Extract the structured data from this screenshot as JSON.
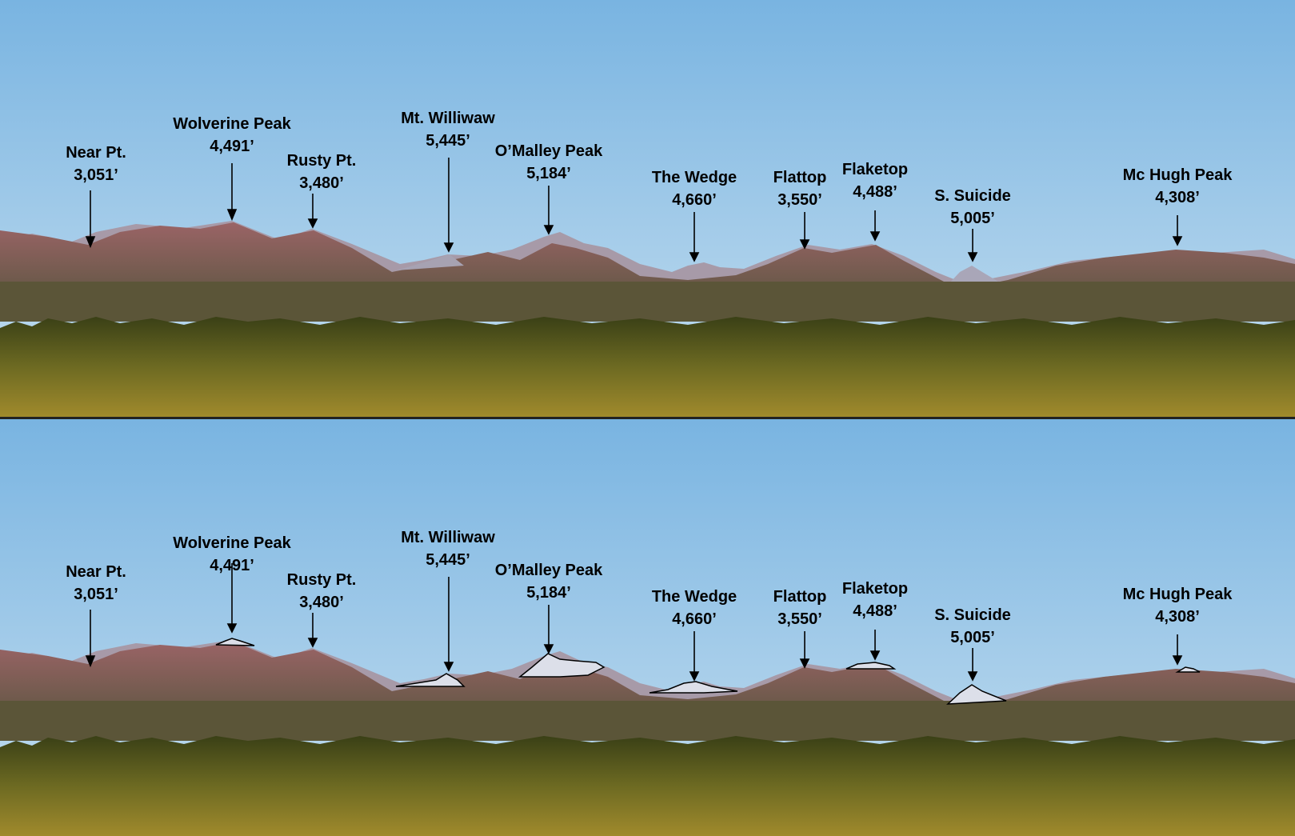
{
  "panels": [
    {
      "id": "panel-top",
      "peaks": [
        {
          "name": "Near Pt.",
          "elevation": "3,051’"
        },
        {
          "name": "Wolverine Peak",
          "elevation": "4,491’"
        },
        {
          "name": "Rusty Pt.",
          "elevation": "3,480’"
        },
        {
          "name": "Mt. Williwaw",
          "elevation": "5,445’"
        },
        {
          "name": "O’Malley Peak",
          "elevation": "5,184’"
        },
        {
          "name": "The Wedge",
          "elevation": "4,660’"
        },
        {
          "name": "Flattop",
          "elevation": "3,550’"
        },
        {
          "name": "Flaketop",
          "elevation": "4,488’"
        },
        {
          "name": "S. Suicide",
          "elevation": "5,005’"
        },
        {
          "name": "Mc Hugh Peak",
          "elevation": "4,308’"
        }
      ]
    },
    {
      "id": "panel-bottom",
      "peaks": [
        {
          "name": "Near Pt.",
          "elevation": "3,051’"
        },
        {
          "name": "Wolverine Peak",
          "elevation": "4,491’"
        },
        {
          "name": "Rusty Pt.",
          "elevation": "3,480’"
        },
        {
          "name": "Mt. Williwaw",
          "elevation": "5,445’"
        },
        {
          "name": "O’Malley Peak",
          "elevation": "5,184’"
        },
        {
          "name": "The Wedge",
          "elevation": "4,660’"
        },
        {
          "name": "Flattop",
          "elevation": "3,550’"
        },
        {
          "name": "Flaketop",
          "elevation": "4,488’"
        },
        {
          "name": "S. Suicide",
          "elevation": "5,005’"
        },
        {
          "name": "Mc Hugh Peak",
          "elevation": "4,308’"
        }
      ]
    }
  ],
  "colors": {
    "sky_top": "#7ab6e2",
    "sky_bottom": "#c4def0",
    "mountain_near": "#8a5a5e",
    "mountain_far": "#a4a0b4",
    "forest_dark": "#2f3a14",
    "forest_light": "#8a8a2a",
    "highlight_fill": "#d9dde8"
  }
}
